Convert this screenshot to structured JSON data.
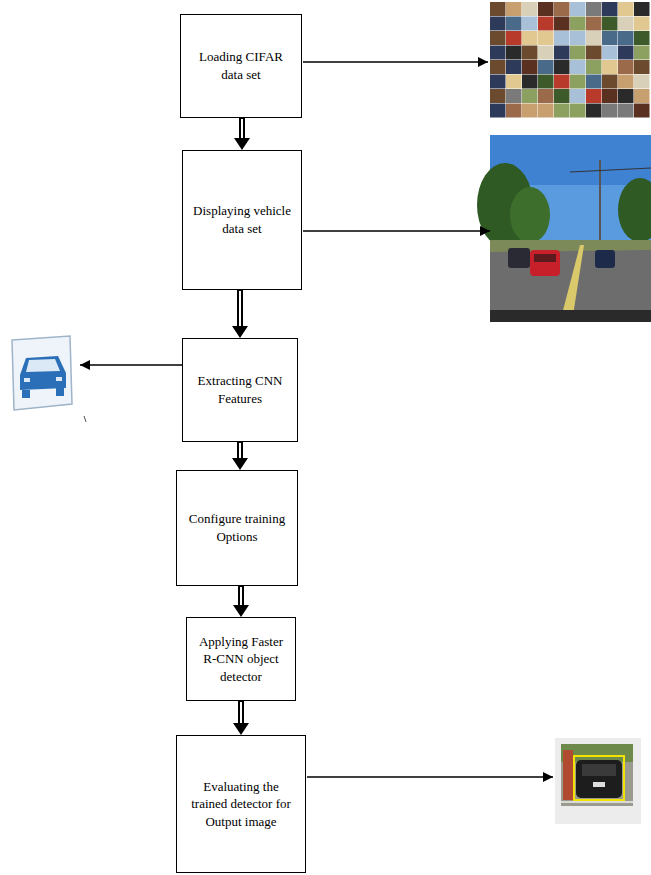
{
  "diagram": {
    "nodes": [
      {
        "text": [
          "Loading CIFAR data set"
        ]
      },
      {
        "text": [
          "Displaying vehicle data set"
        ]
      },
      {
        "text": [
          "Extracting CNN Features"
        ]
      },
      {
        "text": [
          "Configure training Options"
        ]
      },
      {
        "text": [
          "Applying Faster R-CNN object detector"
        ]
      },
      {
        "text": [
          "Evaluating the trained detector for Output image"
        ]
      }
    ],
    "edges": [
      {
        "from": 0,
        "to": 1,
        "arrow": "to"
      },
      {
        "from": 1,
        "to": 2,
        "arrow": "to"
      },
      {
        "from": 2,
        "to": 3,
        "arrow": "to"
      },
      {
        "from": 3,
        "to": 4,
        "arrow": "to"
      },
      {
        "from": 4,
        "to": 5,
        "arrow": "to"
      }
    ]
  }
}
